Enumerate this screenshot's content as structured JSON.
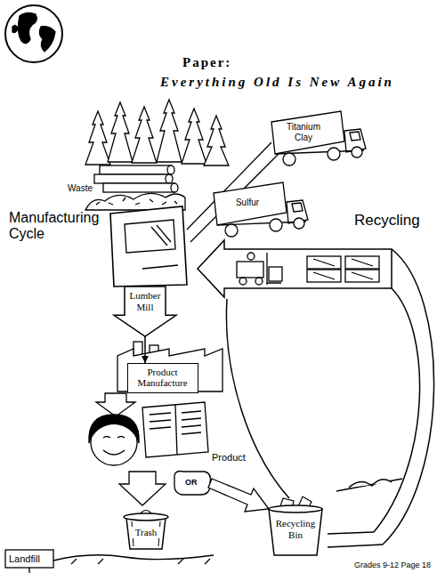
{
  "diagram": {
    "title": "Paper:",
    "nodes": [
      {
        "text": [
          "Lumber Mill"
        ]
      },
      {
        "text": [
          "Product Manufacture"
        ]
      },
      {
        "text": [
          "Recycling Bin"
        ]
      },
      {
        "text": [
          "Trash"
        ]
      }
    ],
    "edges": [
      {
        "from": 0,
        "to": 1,
        "arrow": "to"
      }
    ],
    "labels": [
      "Everything Old Is New Again",
      "Titanium Clay",
      "Sulfur",
      "Waste",
      "Manufacturing Cycle",
      "Recycling",
      "Product",
      "OR",
      "Landfill",
      "Grades 9-12 Page 18"
    ]
  }
}
